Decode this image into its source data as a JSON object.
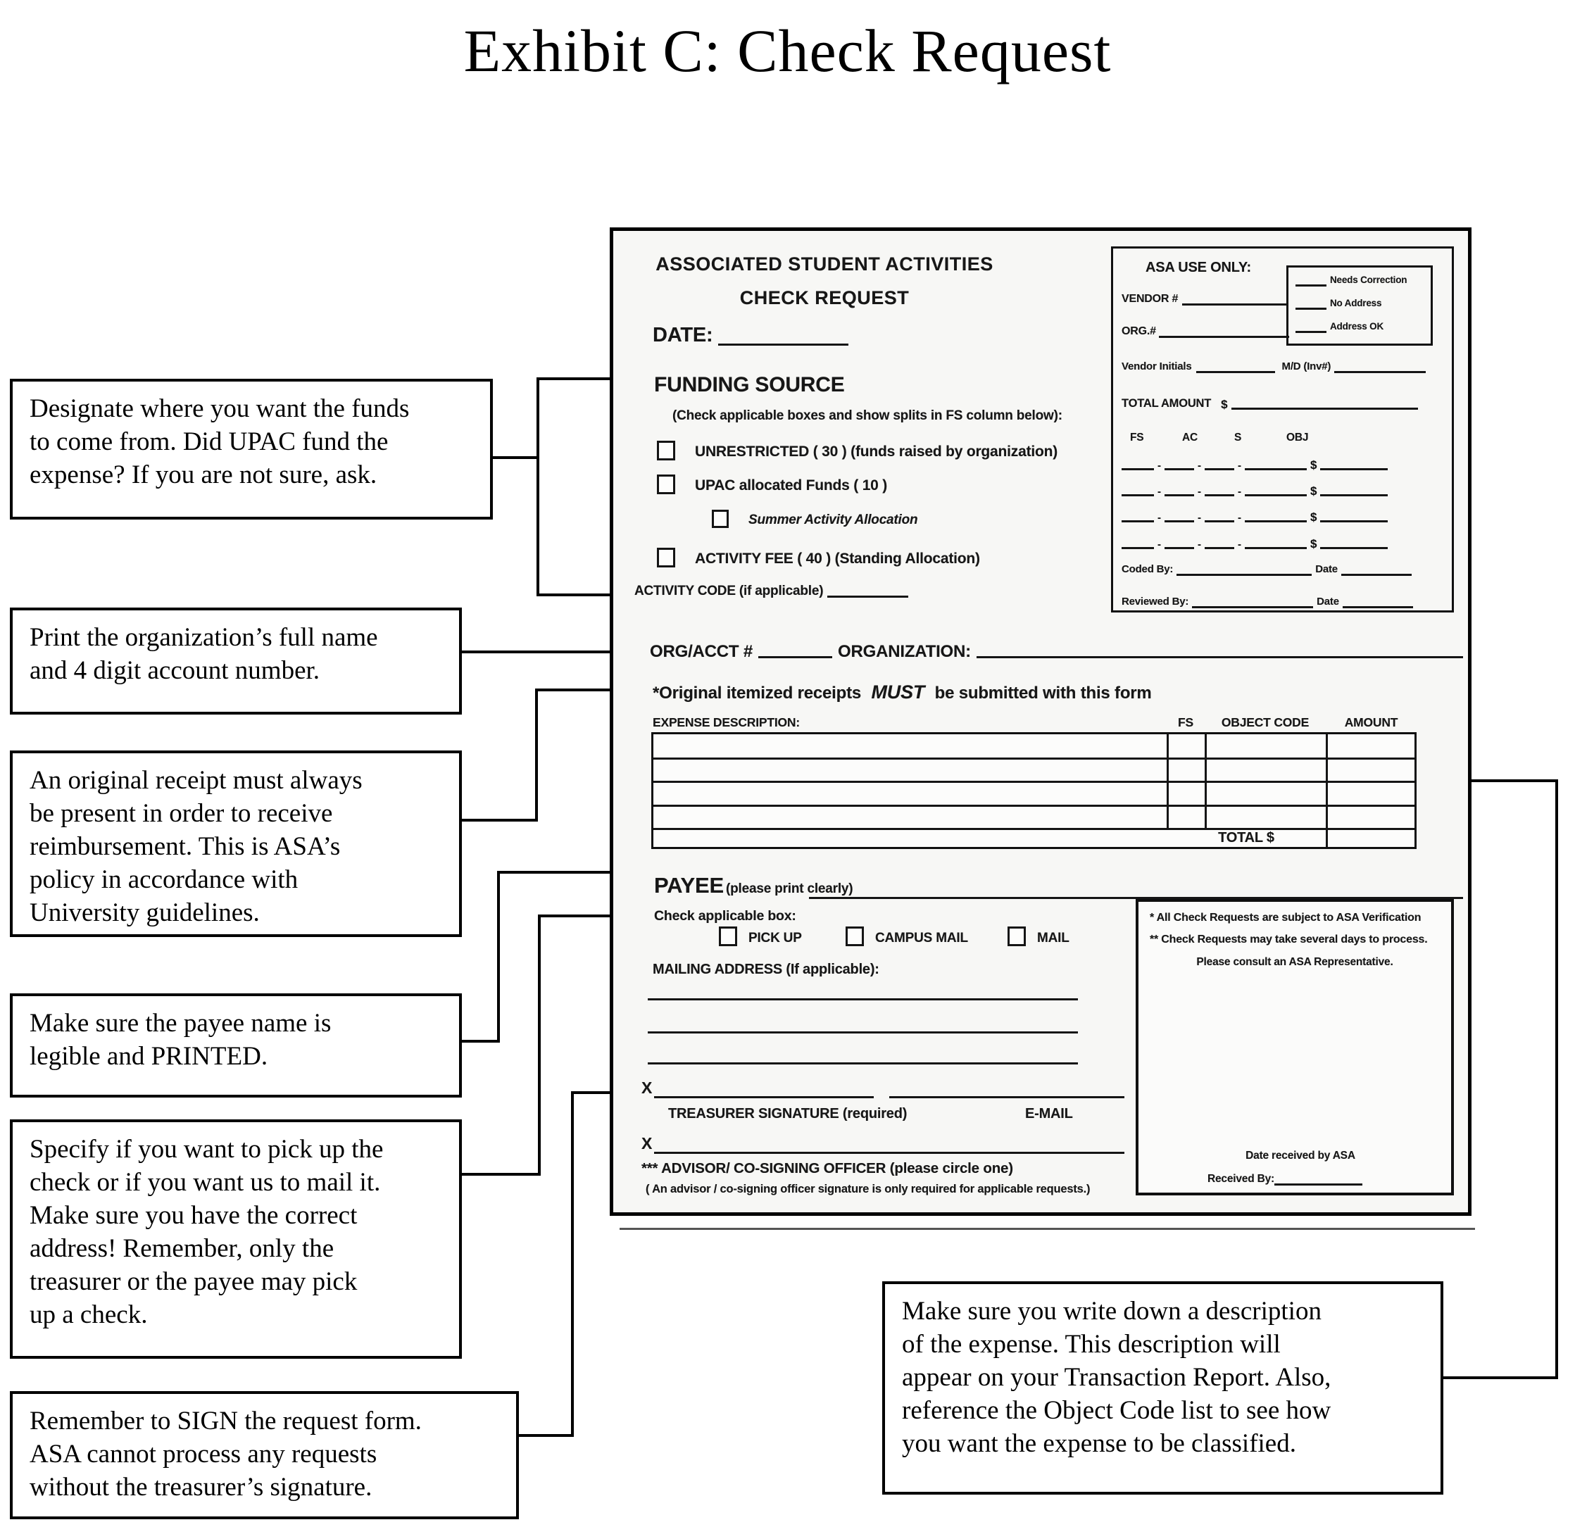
{
  "page": {
    "title": "Exhibit C: Check Request"
  },
  "form": {
    "org_name": "ASSOCIATED STUDENT ACTIVITIES",
    "form_name": "CHECK REQUEST",
    "date_label": "DATE:",
    "funding": {
      "heading": "FUNDING SOURCE",
      "instruction": "(Check applicable boxes and show splits in FS column below):",
      "options": [
        {
          "label": "UNRESTRICTED ( 30 )  (funds raised by organization)"
        },
        {
          "label": "UPAC allocated Funds ( 10 )"
        },
        {
          "label": "Summer Activity Allocation"
        },
        {
          "label": "ACTIVITY FEE ( 40 )  (Standing Allocation)"
        }
      ],
      "activity_code_label": "ACTIVITY CODE (if applicable)"
    },
    "asa_box": {
      "heading": "ASA USE ONLY:",
      "vendor_label": "VENDOR #",
      "org_label": "ORG.#",
      "flags": [
        "Needs Correction",
        "No Address",
        "Address OK"
      ],
      "vendor_initials_label": "Vendor Initials",
      "md_label": "M/D (Inv#)",
      "total_label": "TOTAL AMOUNT",
      "dollar": "$",
      "dash": "-",
      "split_columns": [
        "FS",
        "AC",
        "S",
        "OBJ"
      ],
      "coded_by_label": "Coded By:",
      "reviewed_by_label": "Reviewed By:",
      "date_label": "Date"
    },
    "org_line": {
      "acct_label": "ORG/ACCT #",
      "organization_label": "ORGANIZATION:"
    },
    "receipts_note": {
      "pre": "*Original itemized receipts",
      "emph": "MUST",
      "post": "be submitted with this form"
    },
    "expense_table": {
      "desc_label": "EXPENSE DESCRIPTION:",
      "columns": [
        "FS",
        "OBJECT CODE",
        "AMOUNT"
      ],
      "total_label": "TOTAL $"
    },
    "payee": {
      "label": "PAYEE",
      "hint": "(please print clearly)",
      "check_label": "Check applicable box:",
      "options": [
        "PICK UP",
        "CAMPUS MAIL",
        "MAIL"
      ],
      "mailing_label": "MAILING ADDRESS (If applicable):"
    },
    "signatures": {
      "x_mark": "X",
      "treasurer_label": "TREASURER SIGNATURE (required)",
      "email_label": "E-MAIL",
      "advisor_label": "*** ADVISOR/ CO-SIGNING OFFICER (please circle one)",
      "advisor_note": "( An advisor / co-signing officer signature is only required for applicable requests.)"
    },
    "verification": {
      "line1": "*  All Check Requests are subject to ASA Verification",
      "line2": "**  Check Requests may take several days to process.",
      "line3": "Please consult an ASA Representative.",
      "date_received_label": "Date received by ASA",
      "received_by_label": "Received By:"
    }
  },
  "annotations": [
    {
      "text": "Designate where you want the funds\nto come from. Did UPAC fund the\nexpense? If you are not sure, ask."
    },
    {
      "text": "Print the organization’s full name\nand 4 digit account number."
    },
    {
      "text": "An original receipt must always\nbe present in order to receive\nreimbursement. This is ASA’s\npolicy in accordance with\nUniversity guidelines."
    },
    {
      "text": "Make sure the payee name is\nlegible and PRINTED."
    },
    {
      "text": "Specify if you want to pick up the\ncheck or if you want us to mail it.\nMake sure you have the correct\naddress! Remember, only the\ntreasurer or the payee may pick\nup a check."
    },
    {
      "text": "Remember to SIGN the request form.\nASA cannot process any requests\nwithout the treasurer’s signature."
    },
    {
      "text": "Make sure you write down a description\nof the expense. This description will\nappear on your Transaction Report. Also,\nreference the Object Code list to see how\nyou want the expense to be classified."
    }
  ]
}
